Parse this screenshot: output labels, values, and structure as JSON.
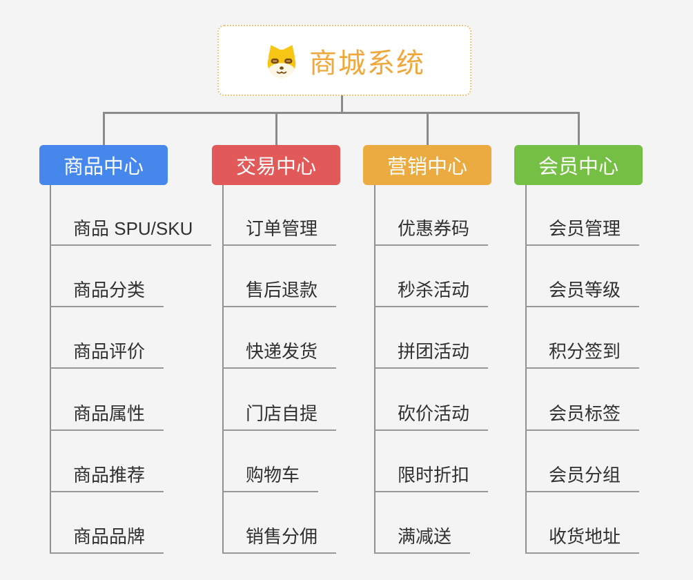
{
  "root": {
    "title": "商城系统",
    "icon": "dog-face-icon"
  },
  "branches": [
    {
      "label": "商品中心",
      "color": "#4587ea",
      "items": [
        "商品 SPU/SKU",
        "商品分类",
        "商品评价",
        "商品属性",
        "商品推荐",
        "商品品牌"
      ]
    },
    {
      "label": "交易中心",
      "color": "#e15a59",
      "items": [
        "订单管理",
        "售后退款",
        "快递发货",
        "门店自提",
        "购物车",
        "销售分佣"
      ]
    },
    {
      "label": "营销中心",
      "color": "#ecab41",
      "items": [
        "优惠券码",
        "秒杀活动",
        "拼团活动",
        "砍价活动",
        "限时折扣",
        "满减送"
      ]
    },
    {
      "label": "会员中心",
      "color": "#75c044",
      "items": [
        "会员管理",
        "会员等级",
        "积分签到",
        "会员标签",
        "会员分组",
        "收货地址"
      ]
    }
  ],
  "colors": {
    "background": "#f4f4f4",
    "connector": "#8a8a8a",
    "underline": "#979797",
    "root_text": "#f0a73c",
    "root_border": "#f3c476",
    "leaf_text": "#303030"
  }
}
